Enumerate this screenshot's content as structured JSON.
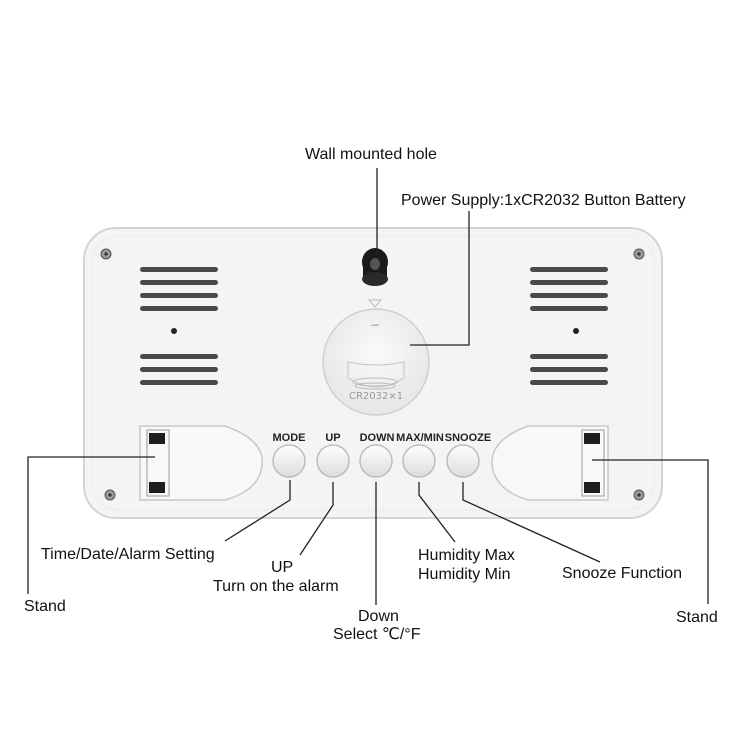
{
  "callouts": {
    "wall_hole": "Wall mounted hole",
    "power_supply": "Power Supply:1xCR2032 Button Battery",
    "mode_function": "Time/Date/Alarm Setting",
    "up_title": "UP",
    "up_function": "Turn on the alarm",
    "down_title": "Down",
    "down_function": "Select ℃/°F",
    "humidity_max": "Humidity Max",
    "humidity_min": "Humidity Min",
    "snooze_function": "Snooze Function",
    "stand_left": "Stand",
    "stand_right": "Stand"
  },
  "buttons": {
    "mode": "MODE",
    "up": "UP",
    "down": "DOWN",
    "maxmin": "MAX/MIN",
    "snooze": "SNOOZE"
  },
  "battery": {
    "minus": "−",
    "model": "CR2032×1"
  },
  "colors": {
    "body": "#f4f4f4",
    "outline": "#d8d8d8",
    "slot": "#4a4a4a",
    "leader_line": "#222222"
  }
}
